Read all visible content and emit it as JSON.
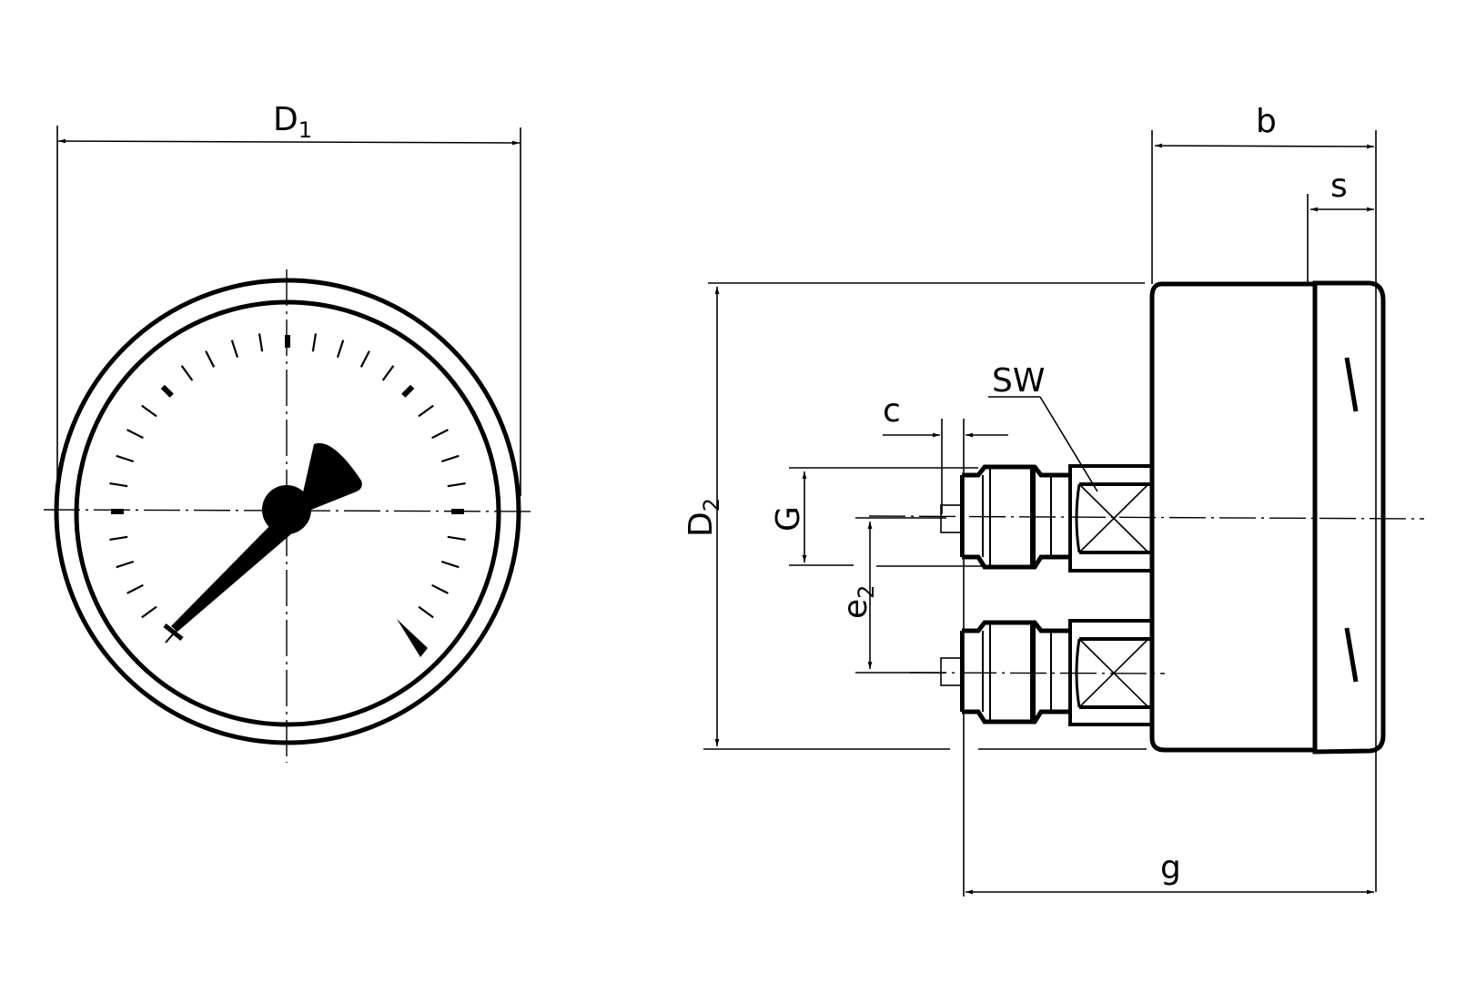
{
  "drawing": {
    "title": "Pressure gauge dimensional drawing",
    "front_view": {
      "dimension_D1": {
        "label": "D",
        "subscript": "1"
      }
    },
    "side_view": {
      "dimension_b": {
        "label": "b"
      },
      "dimension_s": {
        "label": "s"
      },
      "dimension_D2": {
        "label": "D",
        "subscript": "2"
      },
      "dimension_G": {
        "label": "G"
      },
      "dimension_e2": {
        "label": "e",
        "subscript": "2"
      },
      "dimension_c": {
        "label": "c"
      },
      "dimension_g": {
        "label": "g"
      },
      "wrench_flat": {
        "label": "SW"
      }
    }
  },
  "colors": {
    "line": "#000000",
    "background": "#ffffff"
  }
}
